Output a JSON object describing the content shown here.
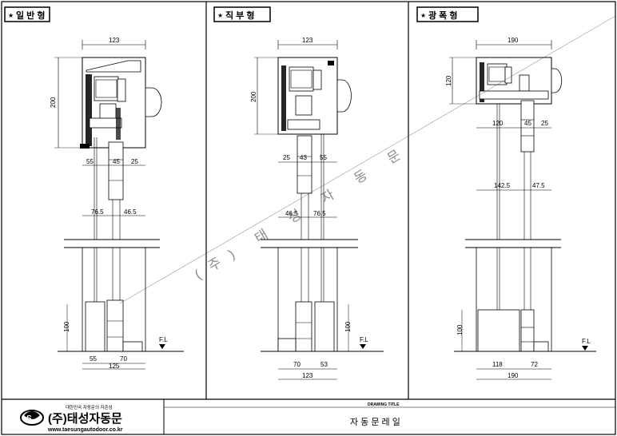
{
  "panels": [
    {
      "title": "일 반 형",
      "top_width": "123",
      "height": "200",
      "d1": "55",
      "d2": "45",
      "d3": "25",
      "d4": "76.5",
      "d5": "46.5",
      "low_h": "100",
      "fl": "F.L",
      "b1": "55",
      "b2": "70",
      "bottom_width": "125"
    },
    {
      "title": "직 부 형",
      "top_width": "123",
      "height": "200",
      "d1": "25",
      "d2": "43",
      "d3": "55",
      "d4": "46.5",
      "d5": "76.5",
      "low_h": "100",
      "fl": "F.L",
      "b1": "70",
      "b2": "53",
      "bottom_width": "123"
    },
    {
      "title": "광 폭 형",
      "top_width": "190",
      "height": "120",
      "d1": "120",
      "d2": "45",
      "d3": "25",
      "d4": "142.5",
      "d5": "47.5",
      "low_h": "100",
      "fl": "F.L",
      "b1": "118",
      "b2": "72",
      "bottom_width": "190"
    }
  ],
  "title_marker": "★",
  "watermark": "(주) 태 성 자 동 문",
  "footer": {
    "company_tagline": "대한민국 자동문의 자존심",
    "company_name": "(주)태성자동문",
    "website": "www.taesungautodoor.co.kr",
    "drawing_title_label": "DRAWING TITLE",
    "drawing_title": "자 동 문 레 일"
  }
}
